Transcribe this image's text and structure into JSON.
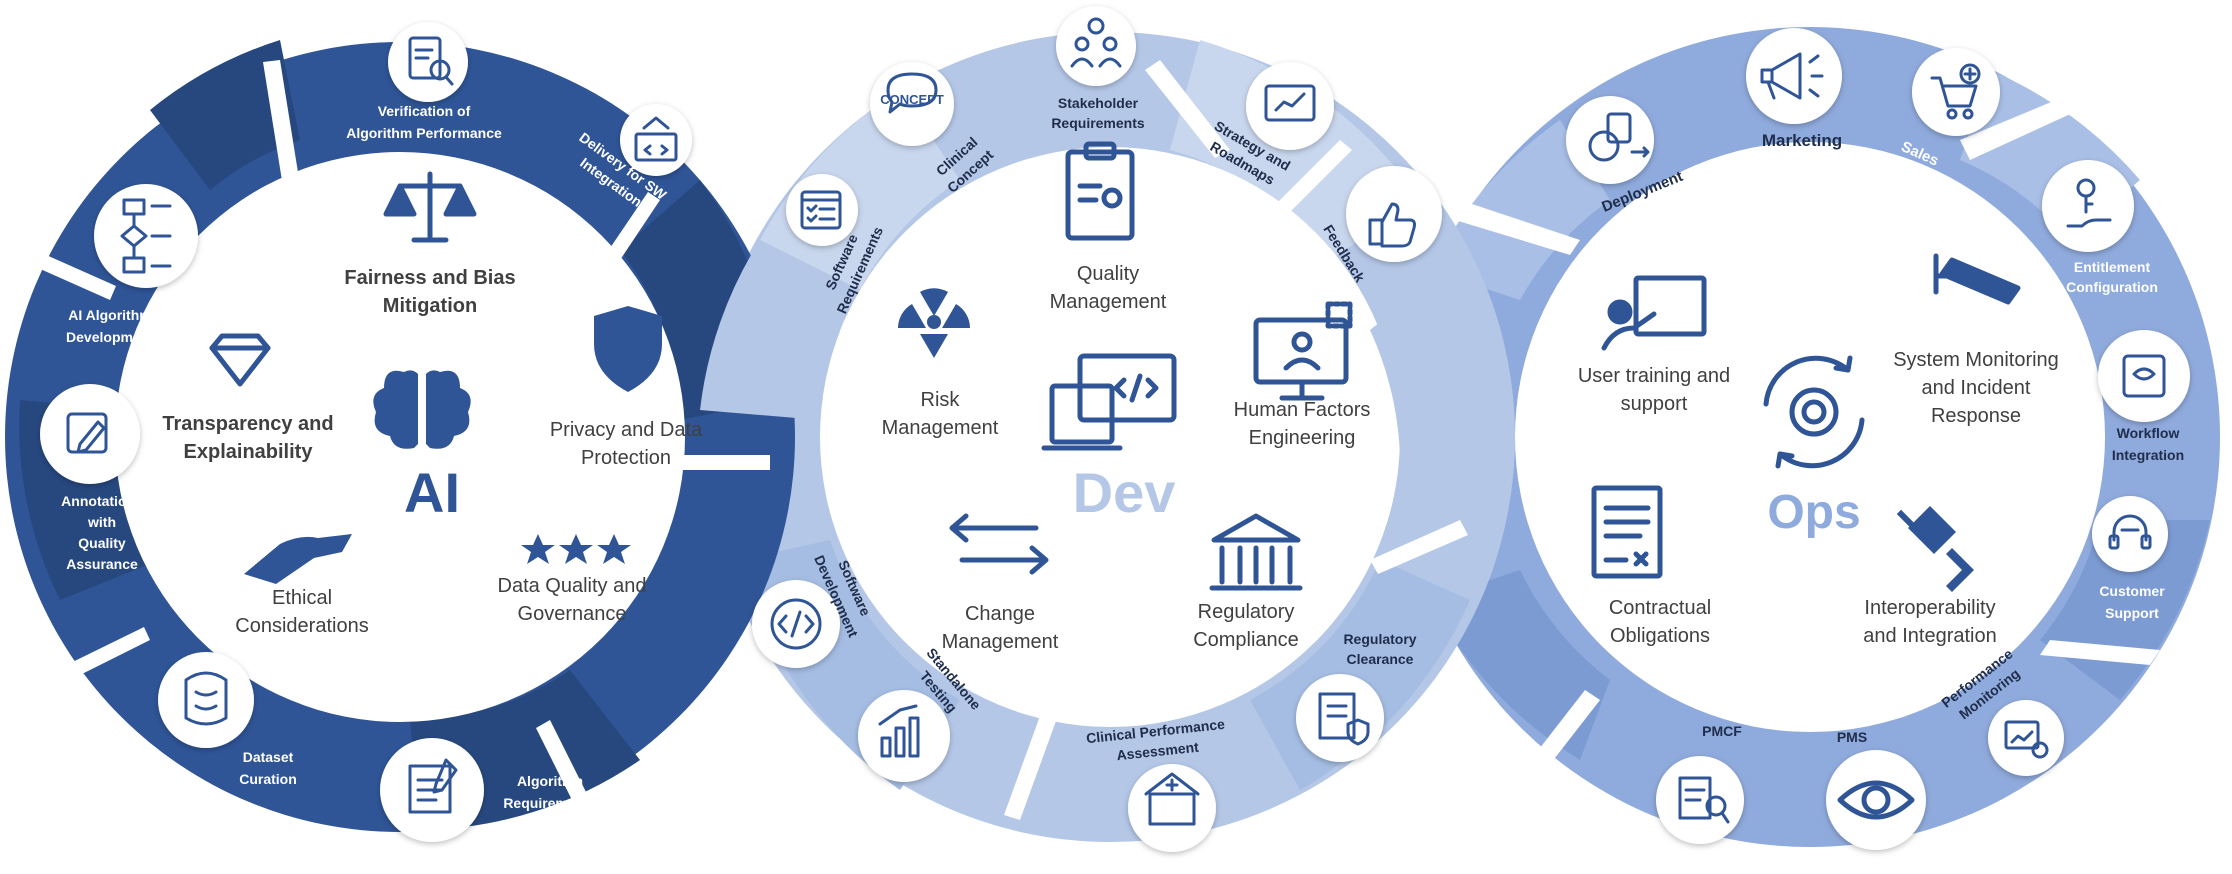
{
  "ai": {
    "title": "AI",
    "outer": {
      "verification": [
        "Verification of",
        "Algorithm Performance"
      ],
      "delivery": [
        "Delivery for SW",
        "Integration"
      ],
      "algo_dev": [
        "AI Algorithm",
        "Development"
      ],
      "annotations": [
        "Annotations",
        "with",
        "Quality",
        "Assurance"
      ],
      "dataset": [
        "Dataset",
        "Curation"
      ],
      "algo_req": [
        "Algorithm",
        "Requirements"
      ]
    },
    "inner": {
      "fairness": [
        "Fairness and Bias",
        "Mitigation"
      ],
      "transparency": [
        "Transparency and",
        "Explainability"
      ],
      "privacy": [
        "Privacy and Data",
        "Protection"
      ],
      "ethical": [
        "Ethical",
        "Considerations"
      ],
      "quality": [
        "Data Quality and",
        "Governance"
      ]
    }
  },
  "dev": {
    "title": "Dev",
    "outer": {
      "concept": [
        "Clinical",
        "Concept"
      ],
      "stakeholder": [
        "Stakeholder",
        "Requirements"
      ],
      "strategy": [
        "Strategy and",
        "Roadmaps"
      ],
      "feedback": [
        "Feedback"
      ],
      "sw_req": [
        "Software",
        "Requirements"
      ],
      "sw_dev": [
        "Software",
        "Development"
      ],
      "standalone": [
        "Standalone",
        "Testing"
      ],
      "clinical_perf": [
        "Clinical Performance",
        "Assessment"
      ],
      "reg_clearance": [
        "Regulatory",
        "Clearance"
      ]
    },
    "inner": {
      "quality": [
        "Quality",
        "Management"
      ],
      "risk": [
        "Risk",
        "Management"
      ],
      "human": [
        "Human Factors",
        "Engineering"
      ],
      "change": [
        "Change",
        "Management"
      ],
      "regulatory": [
        "Regulatory",
        "Compliance"
      ]
    },
    "concept_badge": "CONCEPT"
  },
  "ops": {
    "title": "Ops",
    "outer": {
      "deployment": [
        "Deployment"
      ],
      "marketing": [
        "Marketing"
      ],
      "sales": [
        "Sales"
      ],
      "entitlement": [
        "Entitlement",
        "Configuration"
      ],
      "workflow": [
        "Workflow",
        "Integration"
      ],
      "support": [
        "Customer",
        "Support"
      ],
      "perf_mon": [
        "Performance",
        "Monitoring"
      ],
      "pms": [
        "PMS"
      ],
      "pmcf": [
        "PMCF"
      ]
    },
    "inner": {
      "training": [
        "User training and",
        "support"
      ],
      "monitoring": [
        "System Monitoring",
        "and Incident",
        "Response"
      ],
      "contractual": [
        "Contractual",
        "Obligations"
      ],
      "interop": [
        "Interoperability",
        "and Integration"
      ]
    }
  },
  "colors": {
    "ai_dark": "#2f5597",
    "dev_light": "#b4c7e7",
    "ops_mid": "#8faadc",
    "icon_navy": "#2f5597",
    "dev_title": "#b4c7e7",
    "ops_title": "#8faadc"
  }
}
